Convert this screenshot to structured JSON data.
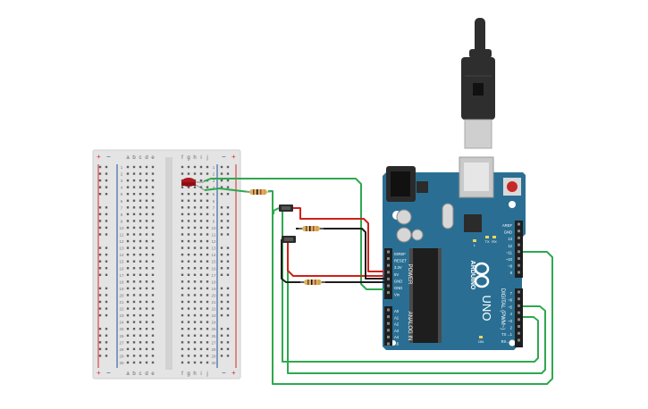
{
  "breadboard": {
    "rows": 30,
    "col_left": [
      "a",
      "b",
      "c",
      "d",
      "e"
    ],
    "col_right": [
      "f",
      "g",
      "h",
      "i",
      "j"
    ],
    "rail_plus": "+",
    "rail_minus": "−",
    "body_color": "#e4e4e4",
    "rail_red": "#d62828",
    "rail_blue": "#1b4f9c"
  },
  "arduino": {
    "board_color": "#2a6f93",
    "logo_text": "ARDUINO",
    "model_text": "UNO",
    "power_header": [
      "IOREF",
      "RESET",
      "3.3V",
      "5V",
      "GND",
      "GND",
      "Vin"
    ],
    "power_label": "POWER",
    "analog_header": [
      "A0",
      "A1",
      "A2",
      "A3",
      "A4",
      "A5"
    ],
    "analog_label": "ANALOG IN",
    "digital_header": [
      "AREF",
      "GND",
      "13",
      "12",
      "~11",
      "~10",
      "~9",
      "8",
      "7",
      "~6",
      "~5",
      "4",
      "~3",
      "2",
      "TX→1",
      "RX←0"
    ],
    "digital_label": "DIGITAL (PWM~)",
    "leds": [
      "L",
      "TX",
      "RX",
      "ON"
    ]
  },
  "components": {
    "led_color": "#b0171f",
    "resistor_color": "#d9b36a",
    "button_color": "#2b2b2b"
  },
  "wire_colors": {
    "green": "#2fa84f",
    "red": "#d0201a",
    "black": "#1e1e1e"
  },
  "usb": {
    "plug_color": "#2e2e2e",
    "metal_color": "#cfcfcf"
  }
}
